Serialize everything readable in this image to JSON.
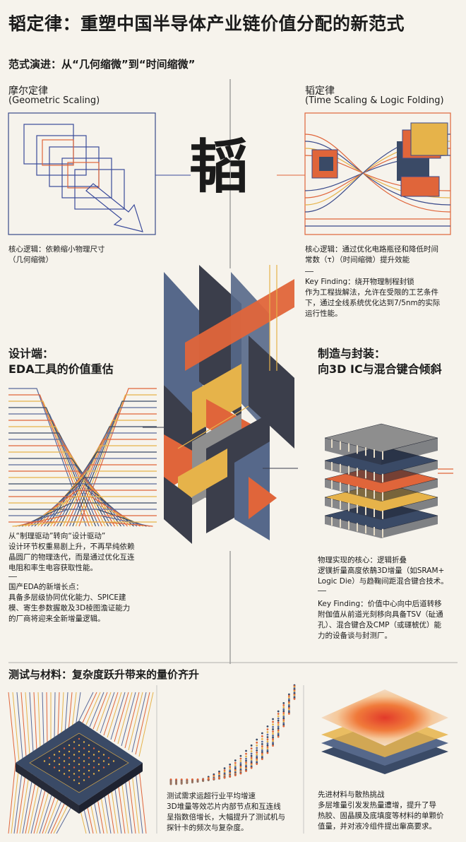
{
  "title": "韬定律：重塑中国半导体产业链价值分配的新范式",
  "section1": {
    "heading": "范式演进：从“几何缩微”到“时间缩微”",
    "left": {
      "name": "摩尔定律",
      "sub": "(Geometric Scaling)",
      "logic": "核心逻辑：依赖缩小物理尺寸\n（几何缩微）"
    },
    "center_char": "韬",
    "right": {
      "name": "韬定律",
      "sub": "(Time Scaling & Logic Folding)",
      "logic": "核心逻辑：通过优化电路瓶径和降低时间\n常数（τ）（时间缩微）提升效能",
      "finding": "Key Finding：绕开物理制程封锁\n作为工程拢解法，允许在受限的工艺条件\n下，通过全线系统优化达到7/5nm的实际\n运行性能。"
    }
  },
  "section2": {
    "left": {
      "heading_1": "设计端：",
      "heading_2": "EDA工具的价值重估",
      "para1": "从“制理驱动”转向“设计驱动”\n设计环节权重易剧上升，不再早纯依赖\n晶圆厂的物理迭代，而是通过优化互连\n电阻和率生电容获取性能。",
      "para2": "国产EDA的新增长点：\n具备多层级协同优化能力、SPICE建\n模、寄生参数握敢及3D棱图澹证能力\n的厂商将迎来全新增量逻辑。"
    },
    "right": {
      "heading_1": "制造与封装：",
      "heading_2": "向3D IC与混合键合倾斜",
      "para1": "物理实现的核心：逻辑折叠\n逻镤折量高度依鶄3D增量（如SRAM+\nLogic Die）与趋鞠间距混合键合技术。",
      "para2": "Key Finding：价值中心向中后道转移\n附伽值从前道光刻移向具备TSV（砋通\n孔）、混合键合及CMP（或璭椃优）能\n力的设备谈与封测厂。"
    }
  },
  "section3": {
    "heading": "测试与材料：复杂度跃升带来的量价齐升",
    "mid_text": "测试需求运超行业平均增速\n3D堆量等效芯片内部节点和互连线\n呈指数倍增长，大幅提升了测试机与\n探针卡的频次与复杂度。",
    "right_text": "先进材料与散热挑战\n多层堆量引发发热量遭增，提升了导\n热胶、固晶膜及底填度等材料的单颗价\n值量，并对液冷组件提出軰高要求。"
  },
  "colors": {
    "navy": "#3a4a66",
    "slate": "#56688a",
    "orange": "#e0653a",
    "yellow": "#e6b34a",
    "dark": "#3b3e4b",
    "grey": "#8f8f8f",
    "line": "#5a6a9a"
  }
}
